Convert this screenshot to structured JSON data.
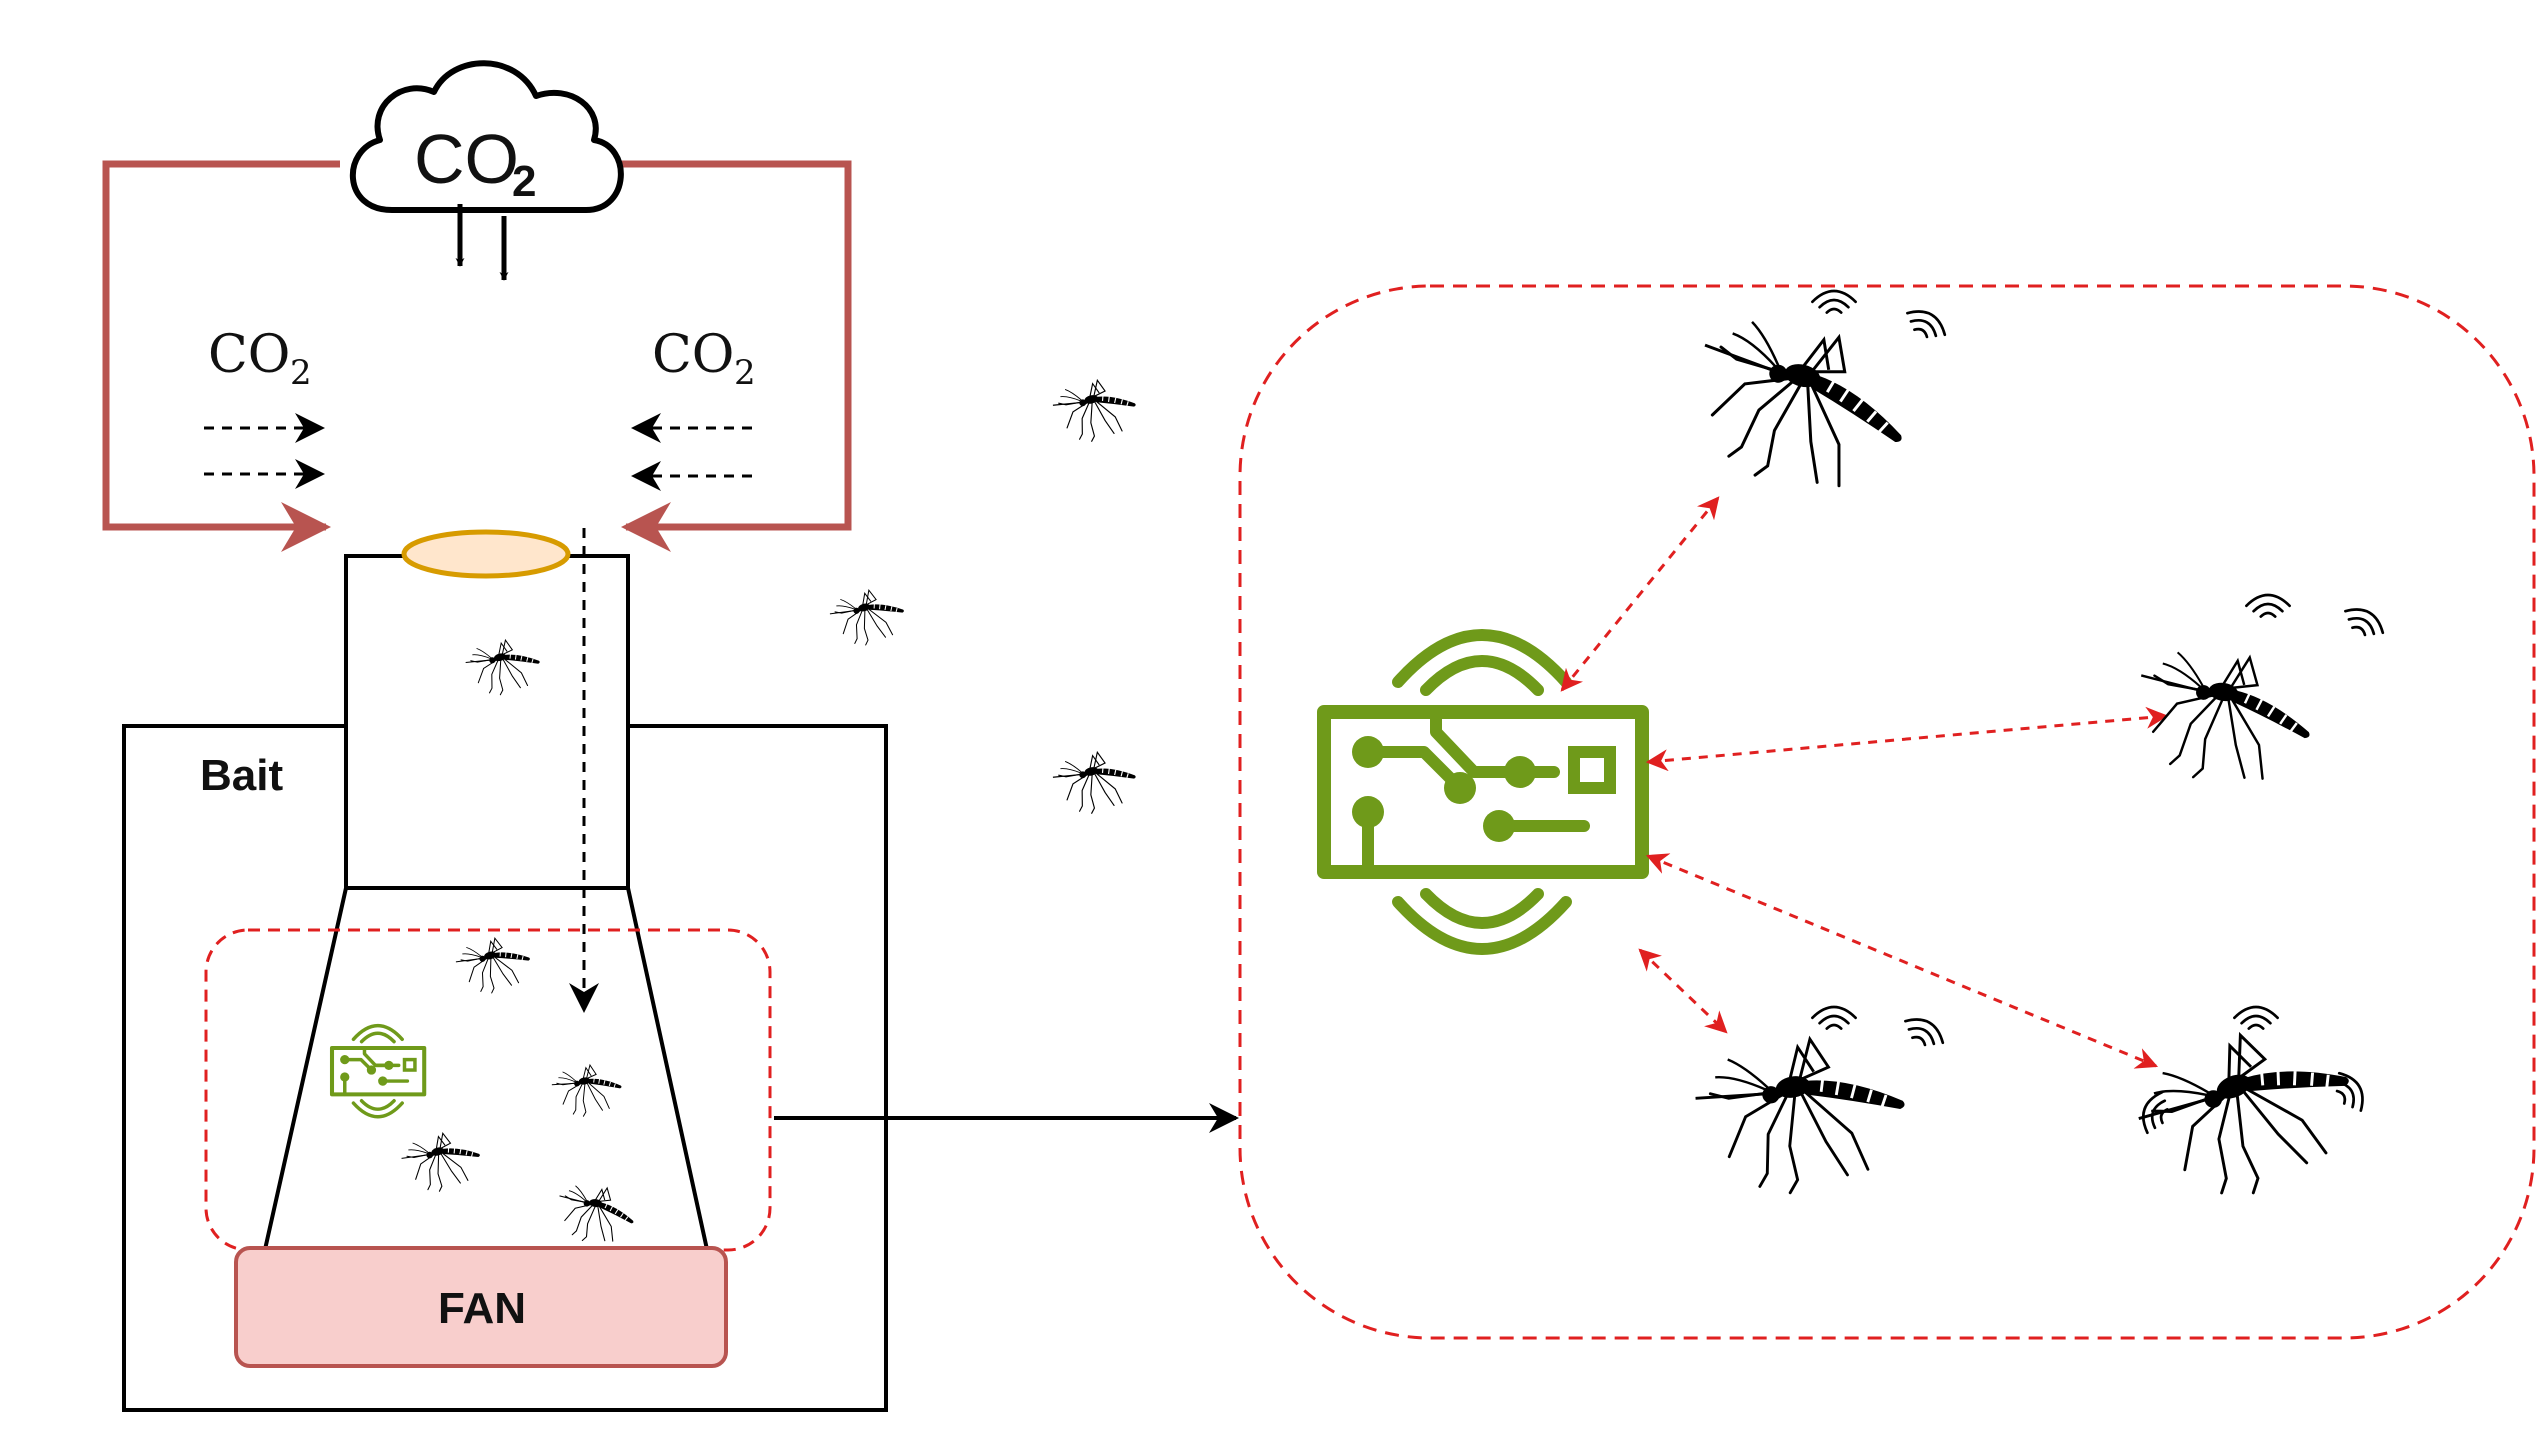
{
  "cloud": {
    "formula": "CO",
    "subscript": "2"
  },
  "flow_left": {
    "formula": "CO",
    "subscript": "2"
  },
  "flow_right": {
    "formula": "CO",
    "subscript": "2"
  },
  "box_label": "Bait",
  "fan_label": "FAN",
  "colors": {
    "return_pipe": "#b85450",
    "dashed_boundary": "#e02020",
    "device_green": "#6f9a1a",
    "fan_fill": "#f8cecc",
    "fan_stroke": "#b85450",
    "lid_fill": "#ffe6cc",
    "lid_stroke": "#d79b00",
    "ink": "#000000"
  },
  "icons": [
    "cloud-icon",
    "circuit-board-icon",
    "mosquito-icon",
    "wireless-signal-icon"
  ]
}
